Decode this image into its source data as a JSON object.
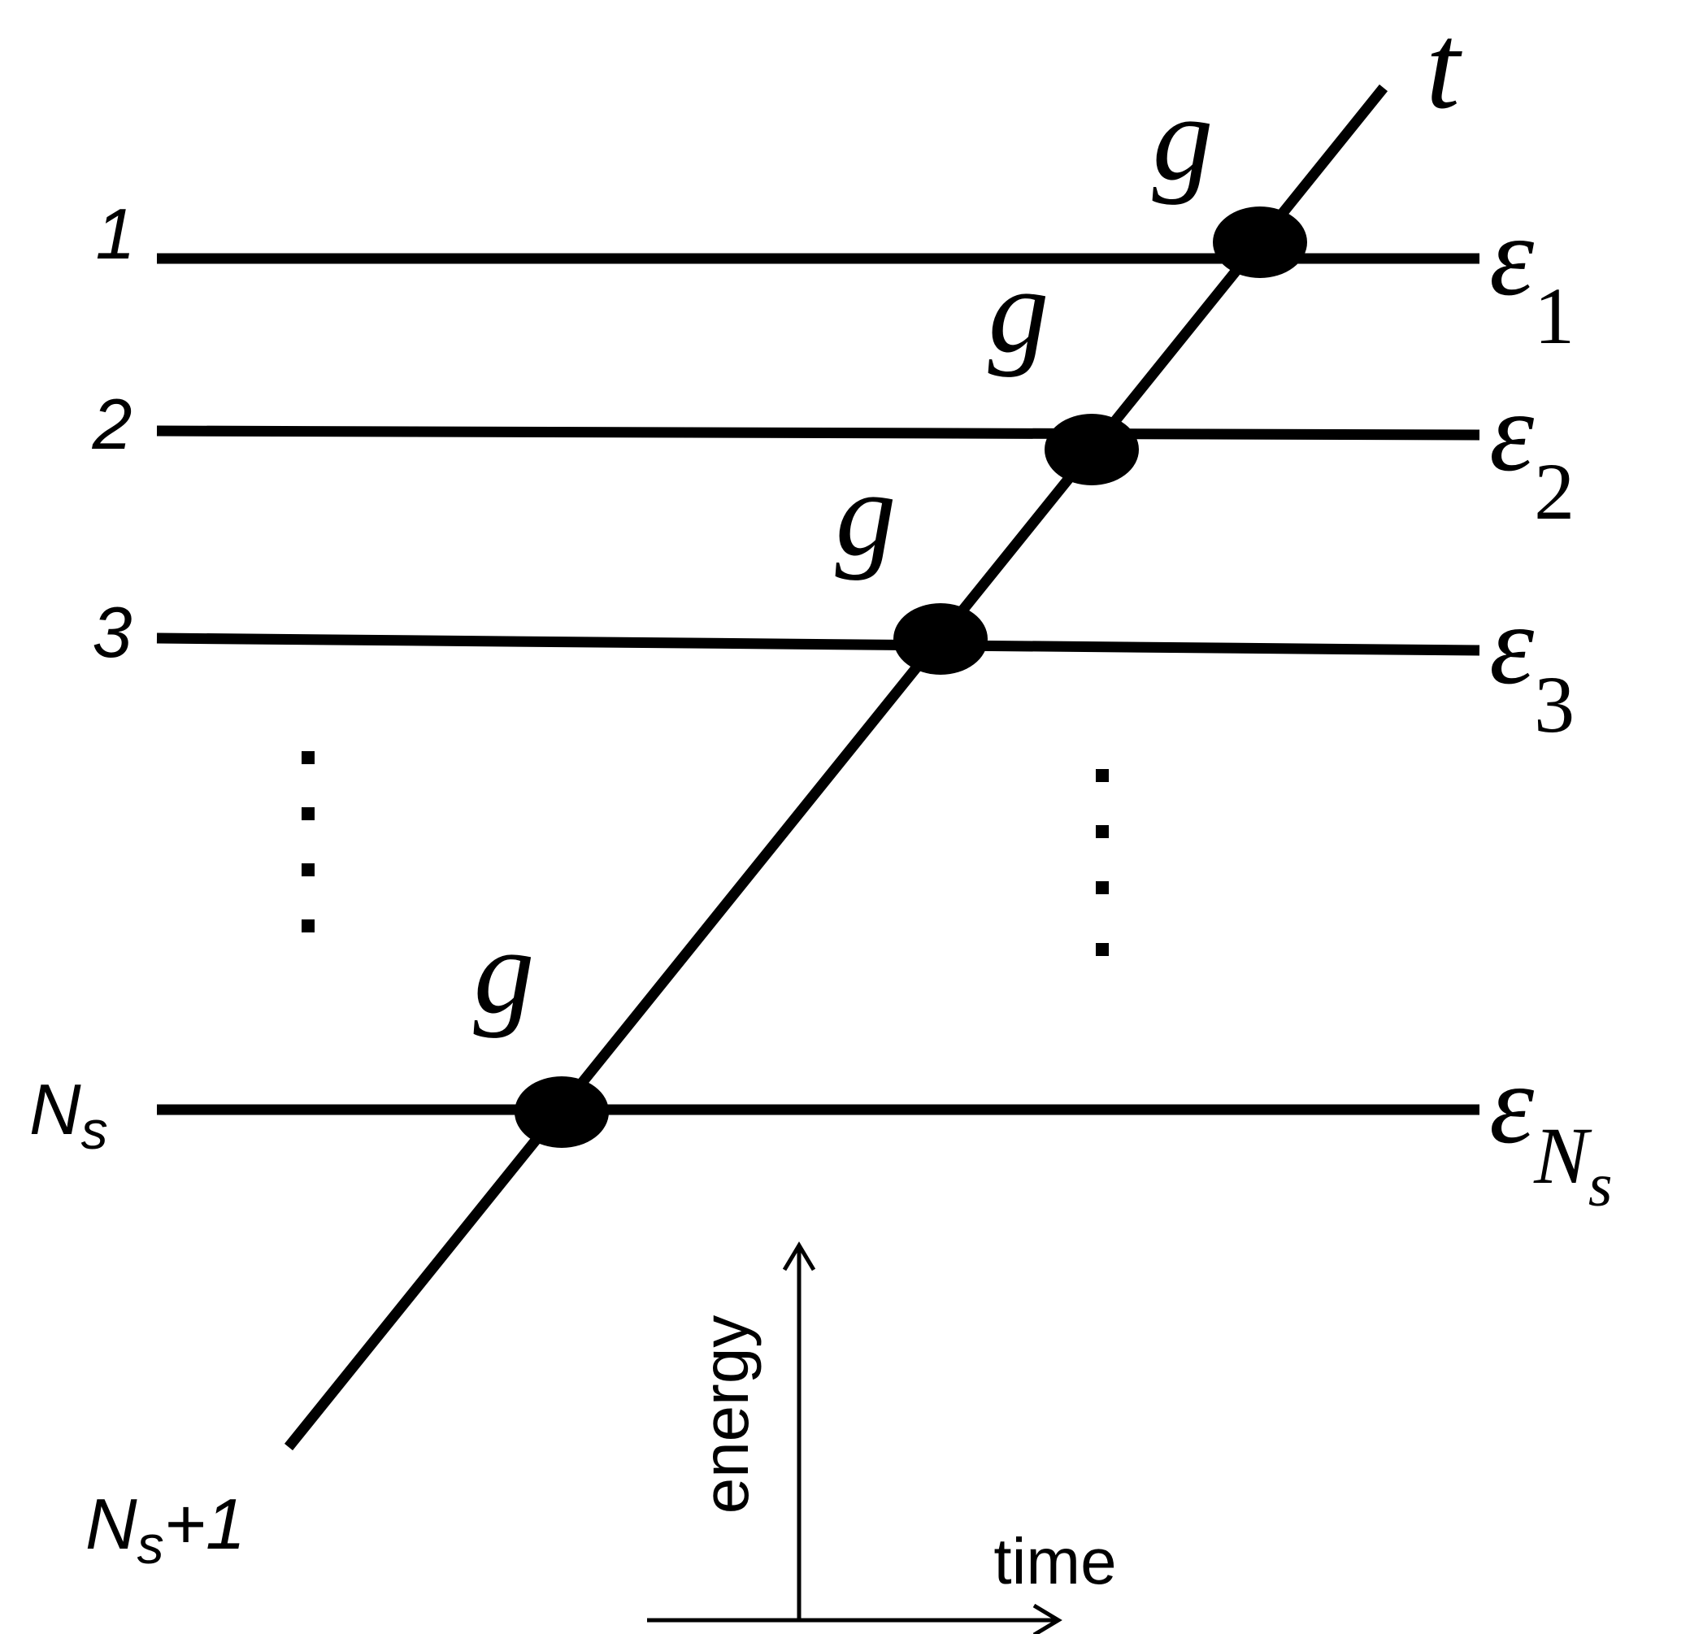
{
  "levels": [
    {
      "index_label": "1",
      "energy_symbol": "ε",
      "energy_subscript": "1",
      "coupling": "g"
    },
    {
      "index_label": "2",
      "energy_symbol": "ε",
      "energy_subscript": "2",
      "coupling": "g"
    },
    {
      "index_label": "3",
      "energy_symbol": "ε",
      "energy_subscript": "3",
      "coupling": "g"
    },
    {
      "index_label_main": "N",
      "index_label_sub": "s",
      "energy_symbol": "ε",
      "energy_subscript_main": "N",
      "energy_subscript_sub": "s",
      "coupling": "g"
    }
  ],
  "diagonal": {
    "end_label": "t",
    "start_label_main": "N",
    "start_label_sub": "s",
    "start_label_suffix": "+1"
  },
  "axes": {
    "vertical_label": "energy",
    "horizontal_label": "time"
  },
  "colors": {
    "ink": "#000000",
    "background": "#ffffff"
  }
}
